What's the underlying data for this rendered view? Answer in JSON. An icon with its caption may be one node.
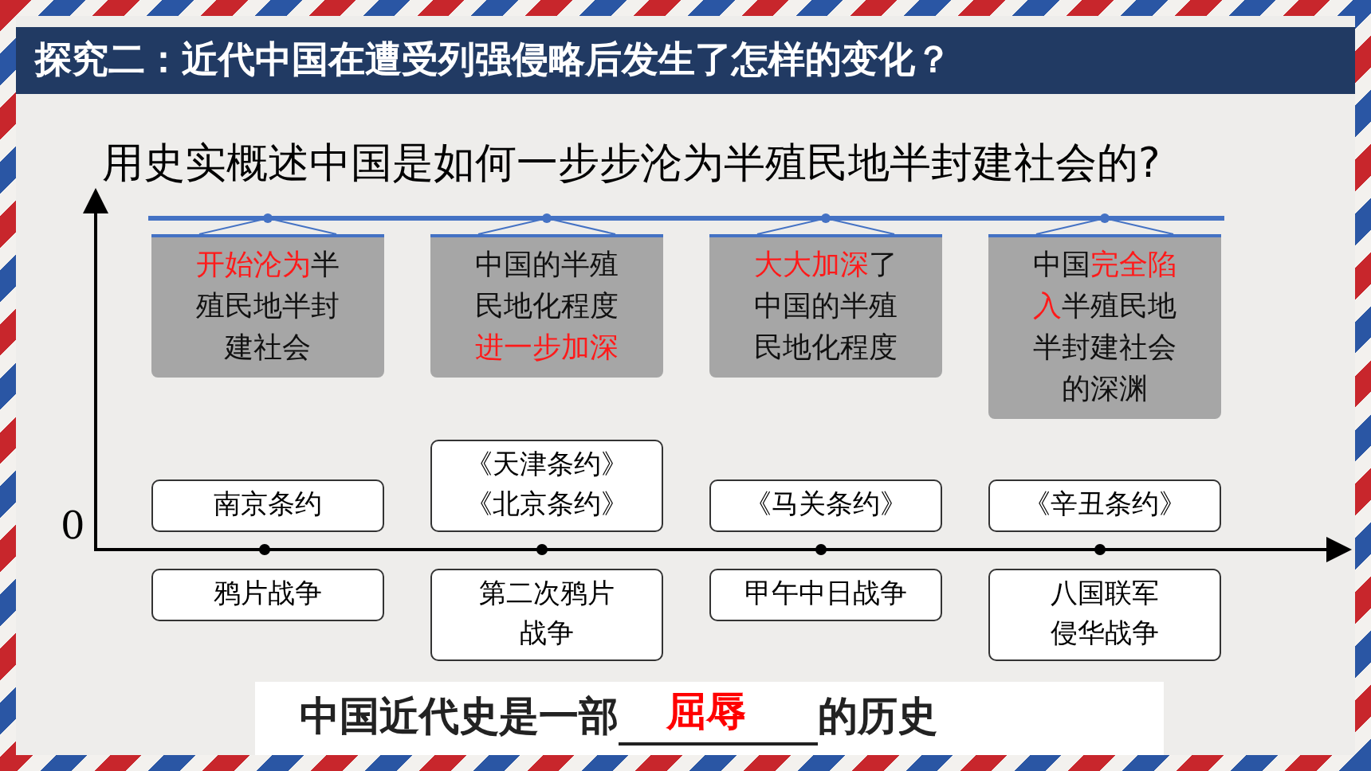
{
  "diagram": {
    "title": "探究二：近代中国在遭受列强侵略后发生了怎样的变化？",
    "nodes": [
      {
        "text": [
          "**开始沦为**半殖民地半封建社会"
        ]
      },
      {
        "text": [
          "中国的半殖民地化程度**进一步加深**"
        ]
      },
      {
        "text": [
          "**大大加深**了中国的半殖民地化程度"
        ]
      },
      {
        "text": [
          "中国**完全陷入**半殖民地半封建社会的深渊"
        ]
      },
      {
        "text": [
          "南京条约"
        ]
      },
      {
        "text": [
          "《天津条约》《北京条约》"
        ]
      },
      {
        "text": [
          "《马关条约》"
        ]
      },
      {
        "text": [
          "《辛丑条约》"
        ]
      },
      {
        "text": [
          "鸦片战争"
        ]
      },
      {
        "text": [
          "第二次鸦片战争"
        ]
      },
      {
        "text": [
          "甲午中日战争"
        ]
      },
      {
        "text": [
          "八国联军侵华战争"
        ]
      }
    ],
    "labels": [
      "用史实概述中国是如何一步步沦为半殖民地半封建社会的?",
      "0",
      "中国近代史是一部",
      "屈辱",
      "的历史"
    ]
  }
}
